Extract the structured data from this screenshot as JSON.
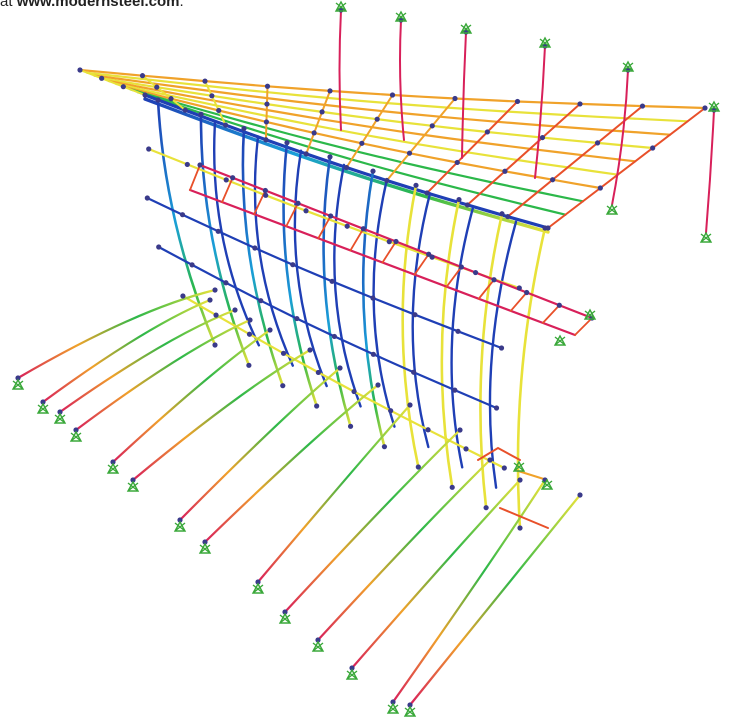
{
  "caption": {
    "prefix": "at ",
    "link": "www.modernsteel.com",
    "suffix": "."
  },
  "diagram": {
    "subject": "3D structural steel frame analysis model with deflected shape",
    "member_colors": [
      "#1f3fb5",
      "#1a9fd8",
      "#2cb84a",
      "#e8e23a",
      "#f0a22a",
      "#e8502a",
      "#d8205a"
    ],
    "node_color": "#3a3a8a",
    "support_color": "#3aa83a"
  }
}
